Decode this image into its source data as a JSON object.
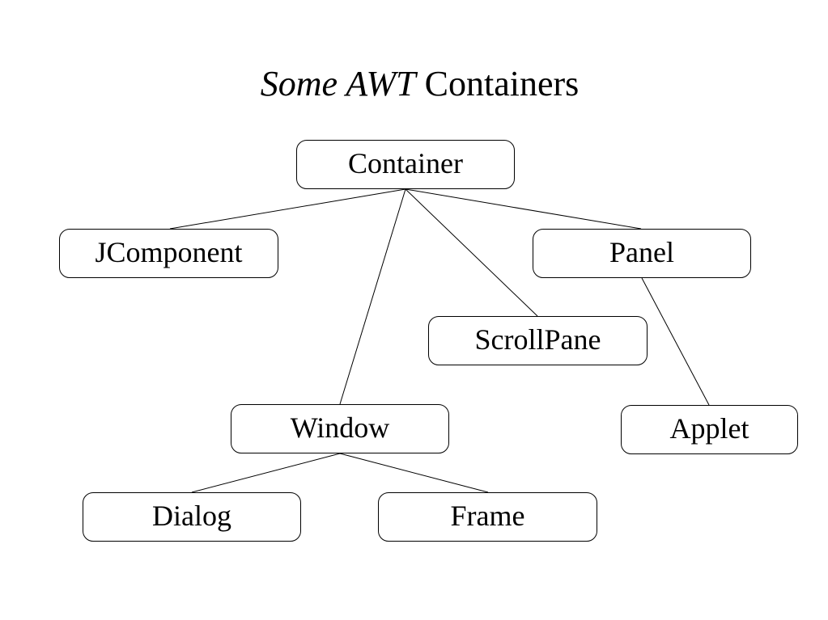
{
  "title": {
    "italic": "Some AWT",
    "plain": "Containers"
  },
  "nodes": {
    "container": "Container",
    "jcomponent": "JComponent",
    "panel": "Panel",
    "scrollpane": "ScrollPane",
    "window": "Window",
    "applet": "Applet",
    "dialog": "Dialog",
    "frame": "Frame"
  },
  "edges": [
    [
      "Container",
      "JComponent"
    ],
    [
      "Container",
      "Panel"
    ],
    [
      "Container",
      "ScrollPane"
    ],
    [
      "Container",
      "Window"
    ],
    [
      "Panel",
      "Applet"
    ],
    [
      "Window",
      "Dialog"
    ],
    [
      "Window",
      "Frame"
    ]
  ]
}
